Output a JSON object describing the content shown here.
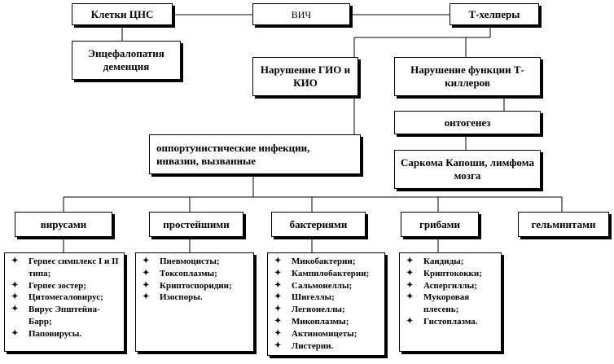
{
  "nodes": {
    "cns_cells": "Клетки ЦНС",
    "hiv": "ВИЧ",
    "t_helpers": "Т-хелперы",
    "encephalopathy": "Энцефалопатия деменция",
    "immune_disruption": "Нарушение ГИО и КИО",
    "t_killer_disruption": "Нарушение функции Т-киллеров",
    "oncogenesis": "онтогенез",
    "kaposi": "Саркома Капоши, лимфома мозга",
    "opportunistic": "оппортунистические инфекции, инвазии, вызванные"
  },
  "categories": {
    "viruses": "вирусами",
    "protozoa": "простейшими",
    "bacteria": "бактериями",
    "fungi": "грибами",
    "helminths": "гельминтами"
  },
  "lists": {
    "viruses": [
      "Герпес симплекс I и II типа;",
      "Герпес зостер;",
      "Цитомегаловирус;",
      "Вирус Эпштейна-Барр;",
      "Паповирусы."
    ],
    "protozoa": [
      "Пневмоцисты;",
      "Токсоплазмы;",
      "Криптоспоридии;",
      "Изоспоры."
    ],
    "bacteria": [
      "Микобактерии;",
      "Кампилобактерии;",
      "Сальмонеллы;",
      "Шигеллы;",
      "Легионеллы;",
      "Микоплазмы;",
      "Актиномицеты;",
      "Листерии."
    ],
    "fungi": [
      "Кандиды;",
      "Криптококки;",
      "Аспергиллы;",
      "Мукоровая плесень;",
      "Гистоплазма."
    ]
  },
  "bullet_symbol": "✦"
}
